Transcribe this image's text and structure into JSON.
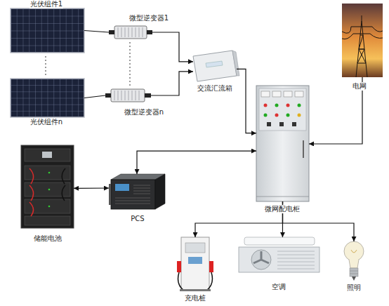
{
  "diagram": {
    "nodes": [
      {
        "text": [
          "光伏组件1"
        ]
      },
      {
        "text": [
          "微型逆变器1"
        ]
      },
      {
        "text": [
          "交流汇流箱"
        ]
      },
      {
        "text": [
          "电网"
        ]
      },
      {
        "text": [
          "光伏组件n"
        ]
      },
      {
        "text": [
          "微型逆变器n"
        ]
      },
      {
        "text": [
          "微网配电柜"
        ]
      },
      {
        "text": [
          "储能电池"
        ]
      },
      {
        "text": [
          "PCS"
        ]
      },
      {
        "text": [
          "充电桩"
        ]
      },
      {
        "text": [
          "空调"
        ]
      },
      {
        "text": [
          "照明"
        ]
      }
    ],
    "edges": [
      {
        "from": 0,
        "to": 1,
        "arrow": "none"
      },
      {
        "from": 4,
        "to": 5,
        "arrow": "none"
      },
      {
        "from": 1,
        "to": 2,
        "arrow": "to"
      },
      {
        "from": 5,
        "to": 2,
        "arrow": "to"
      },
      {
        "from": 2,
        "to": 6,
        "arrow": "to"
      },
      {
        "from": 3,
        "to": 6,
        "arrow": "to"
      },
      {
        "from": 6,
        "to": 8,
        "arrow": "both"
      },
      {
        "from": 7,
        "to": 8,
        "arrow": "both"
      },
      {
        "from": 6,
        "to": 9,
        "arrow": "to"
      },
      {
        "from": 6,
        "to": 10,
        "arrow": "to"
      },
      {
        "from": 6,
        "to": 11,
        "arrow": "to"
      }
    ]
  }
}
